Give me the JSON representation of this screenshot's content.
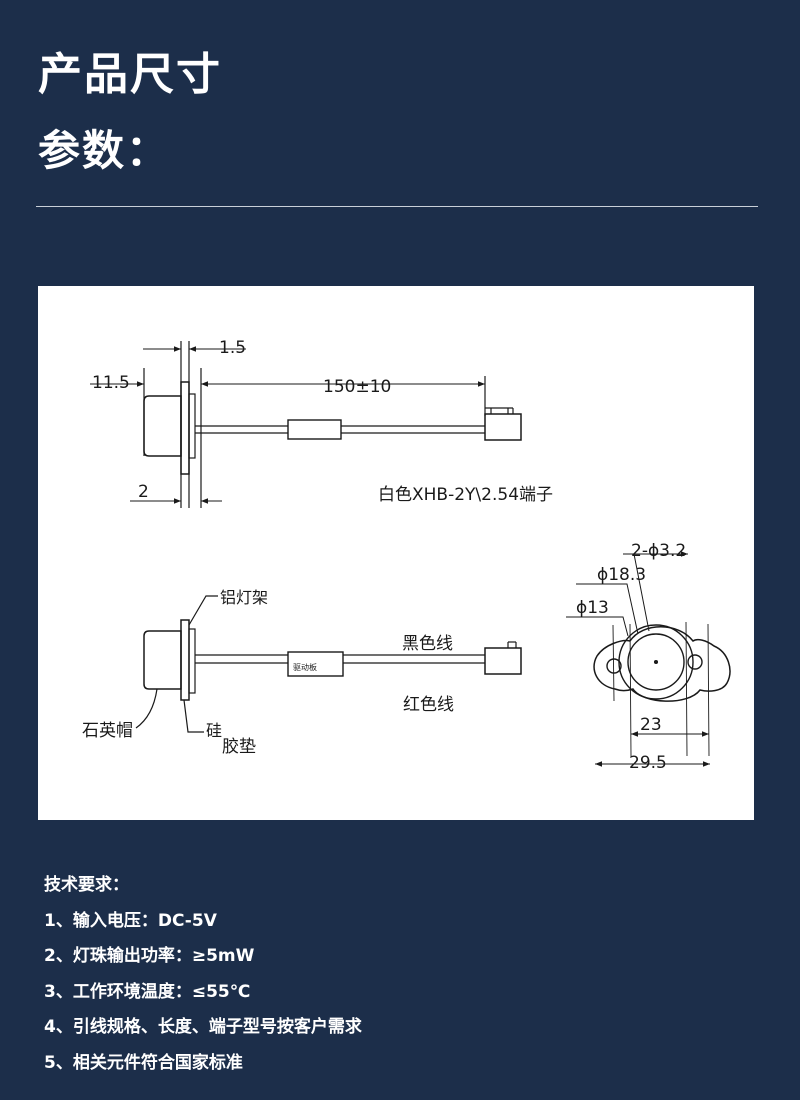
{
  "header": {
    "title": "产品尺寸",
    "subtitle": "参数："
  },
  "drawing": {
    "dimensions": {
      "flange_thickness": "1.5",
      "cap_length": "11.5",
      "cable_length": "150±10",
      "gasket": "2",
      "holes": "2-ϕ3.2",
      "diam_outer": "ϕ18.3",
      "diam_inner": "ϕ13",
      "hole_spacing": "23",
      "total_width": "29.5"
    },
    "labels": {
      "connector": "白色XHB-2Y\\2.54端子",
      "aluminum_holder": "铝灯架",
      "black_wire": "黑色线",
      "red_wire": "红色线",
      "driver_board": "驱动板",
      "quartz_cap": "石英帽",
      "silicone_1": "硅",
      "silicone_2": "胶垫"
    }
  },
  "specs": {
    "heading": "技术要求：",
    "items": [
      "1、输入电压：DC-5V",
      "2、灯珠输出功率：≥5mW",
      "3、工作环境温度：≤55℃",
      "4、引线规格、长度、端子型号按客户需求",
      "5、相关元件符合国家标准"
    ]
  }
}
